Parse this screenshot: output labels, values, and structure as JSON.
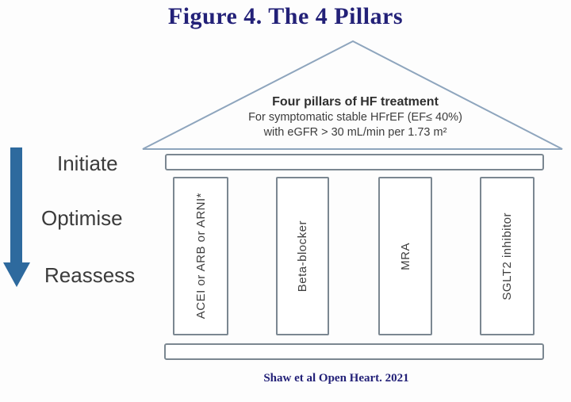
{
  "figure": {
    "title": "Figure 4. The 4 Pillars",
    "citation": "Shaw et al Open Heart. 2021"
  },
  "roof": {
    "heading": "Four pillars of HF treatment",
    "subline1": "For symptomatic stable HFrEF (EF≤ 40%)",
    "subline2": "with eGFR > 30 mL/min per 1.73 m²"
  },
  "process": {
    "steps": [
      {
        "label": "Initiate"
      },
      {
        "label": "Optimise"
      },
      {
        "label": "Reassess"
      }
    ]
  },
  "pillars": [
    {
      "label": "ACEI or ARB or ARNI*"
    },
    {
      "label": "Beta-blocker"
    },
    {
      "label": "MRA"
    },
    {
      "label": "SGLT2 inhibitor"
    }
  ],
  "colors": {
    "title_navy": "#232178",
    "arrow_blue": "#2e6a9e",
    "roof_outline": "#8ea5bd",
    "structure_border": "#7b8791",
    "diagram_text": "#3c3c3c"
  }
}
